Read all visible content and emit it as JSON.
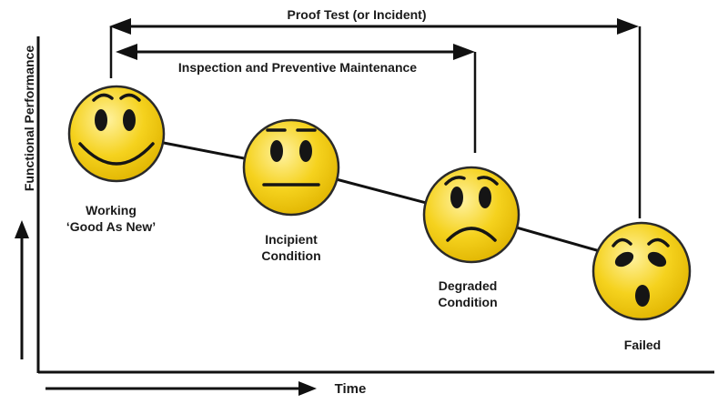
{
  "labels": {
    "proof_test": "Proof Test (or Incident)",
    "inspection": "Inspection and Preventive Maintenance",
    "y_axis": "Functional Performance",
    "x_axis": "Time"
  },
  "states": [
    {
      "line1": "Working",
      "line2": "‘Good As New’",
      "expression": "happy"
    },
    {
      "line1": "Incipient",
      "line2": "Condition",
      "expression": "neutral"
    },
    {
      "line1": "Degraded",
      "line2": "Condition",
      "expression": "sad"
    },
    {
      "line1": "Failed",
      "line2": "",
      "expression": "shocked"
    }
  ],
  "colors": {
    "face": "#f5d21e",
    "face_highlight": "#fff2a0",
    "line": "#111111"
  }
}
